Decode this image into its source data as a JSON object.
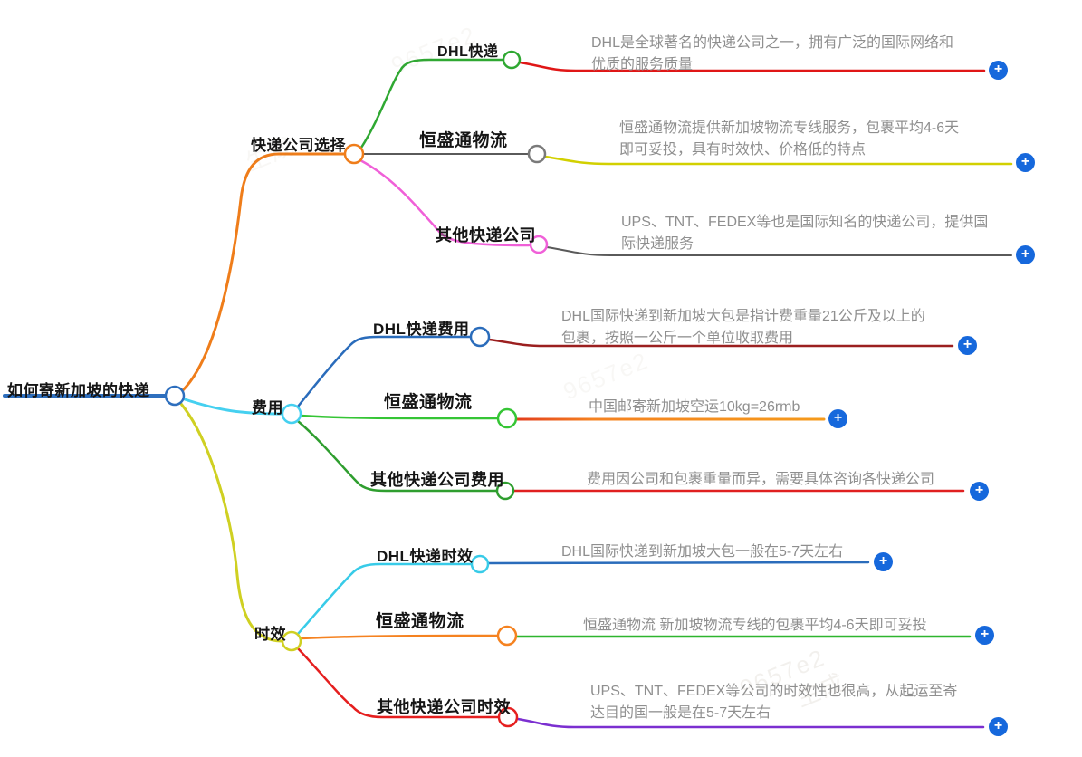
{
  "icons": {
    "add": "+"
  },
  "colors": {
    "root_blue": "#2e6fbe",
    "branch1_orange": "#ef7d1a",
    "branch2_cyan": "#45d0f0",
    "branch3_yellow": "#cfd022",
    "green": "#2fa832",
    "gray_line": "#5a5a5a",
    "magenta": "#f060d8",
    "red": "#e01616",
    "dark_red": "#9b1f1f",
    "blue": "#2a6cbb",
    "bright_green": "#35c535",
    "dark_green": "#2f9e2f",
    "orange": "#f58220",
    "purple": "#7b2fd0",
    "yellow_line": "#d2d000",
    "add_button_blue": "#1668dc"
  },
  "watermark": {
    "fragments": [
      "9657e2",
      "生成"
    ]
  },
  "root": {
    "label": "如何寄新加坡的快递"
  },
  "branches": [
    {
      "label": "快递公司选择",
      "children": [
        {
          "label": "DHL快递",
          "description": "DHL是全球著名的快递公司之一，拥有广泛的国际网络和\n优质的服务质量"
        },
        {
          "label": "恒盛通物流",
          "description": "恒盛通物流提供新加坡物流专线服务，包裹平均4-6天\n即可妥投，具有时效快、价格低的特点"
        },
        {
          "label": "其他快递公司",
          "description": "UPS、TNT、FEDEX等也是国际知名的快递公司，提供国\n际快递服务"
        }
      ]
    },
    {
      "label": "费用",
      "children": [
        {
          "label": "DHL快递费用",
          "description": "DHL国际快递到新加坡大包是指计费重量21公斤及以上的\n包裹，按照一公斤一个单位收取费用"
        },
        {
          "label": "恒盛通物流",
          "description": "中国邮寄新加坡空运10kg=26rmb"
        },
        {
          "label": "其他快递公司费用",
          "description": "费用因公司和包裹重量而异，需要具体咨询各快递公司"
        }
      ]
    },
    {
      "label": "时效",
      "children": [
        {
          "label": "DHL快递时效",
          "description": "DHL国际快递到新加坡大包一般在5-7天左右"
        },
        {
          "label": "恒盛通物流",
          "description": "恒盛通物流 新加坡物流专线的包裹平均4-6天即可妥投"
        },
        {
          "label": "其他快递公司时效",
          "description": "UPS、TNT、FEDEX等公司的时效性也很高，从起运至寄\n达目的国一般是在5-7天左右"
        }
      ]
    }
  ]
}
